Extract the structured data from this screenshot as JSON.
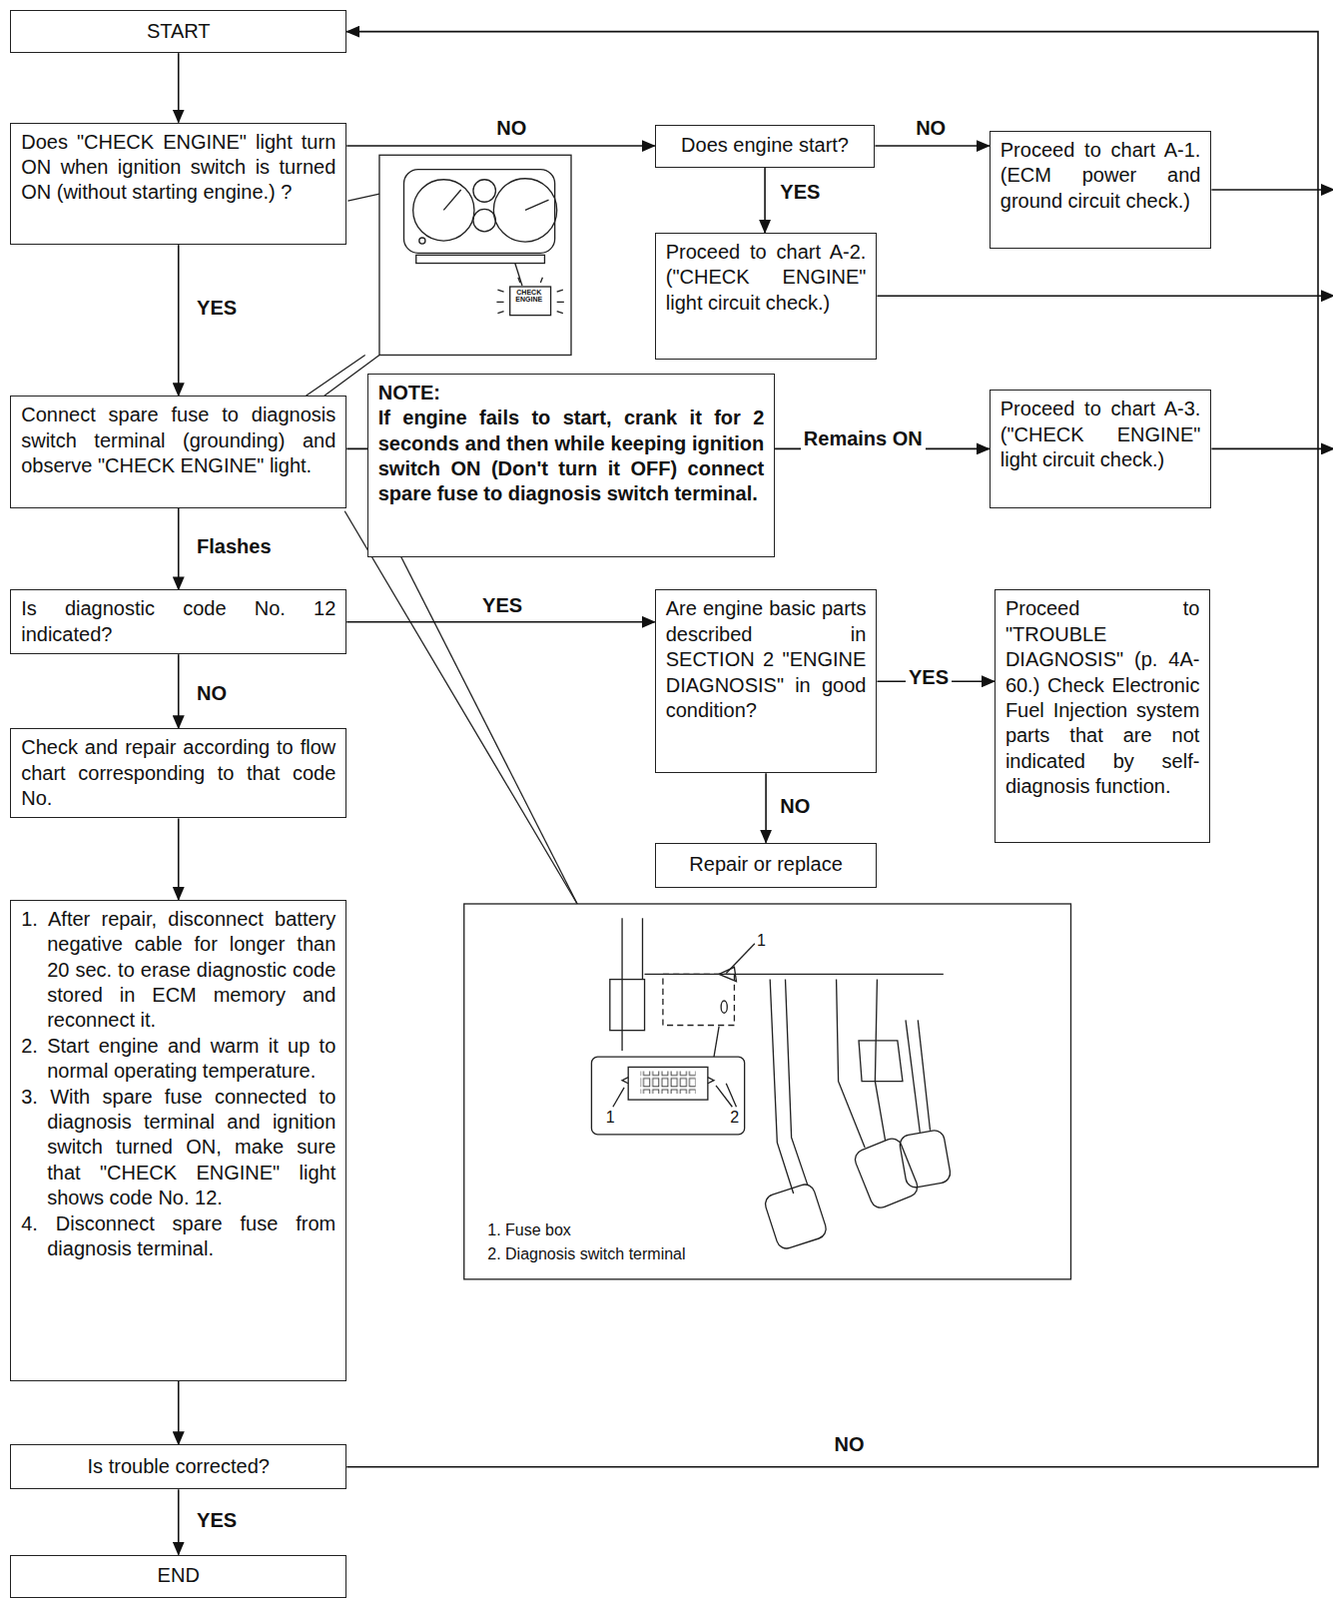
{
  "diagram": {
    "nodes": [
      {
        "text": [
          "START"
        ]
      },
      {
        "text": [
          "Does \"CHECK ENGINE\" light turn ON when ignition switch is turned ON (without starting engine.) ?"
        ]
      },
      {
        "text": [
          "Does engine start?"
        ]
      },
      {
        "text": [
          "Proceed to chart A-1. (ECM power and ground circuit check.)"
        ]
      },
      {
        "text": [
          "Proceed to chart A-2. (\"CHECK ENGINE\" light circuit check.)"
        ]
      },
      {
        "text": [
          "Connect spare fuse to diagnosis switch terminal (grounding) and observe \"CHECK ENGINE\" light."
        ]
      },
      {
        "text": [
          "NOTE:",
          "If engine fails to start, crank it for 2 seconds and then while keeping ignition switch ON (Don't turn it OFF) connect spare fuse to diagnosis switch terminal."
        ]
      },
      {
        "text": [
          "Proceed to chart A-3. (\"CHECK ENGINE\" light circuit check.)"
        ]
      },
      {
        "text": [
          "Is diagnostic code No. 12 indicated?"
        ]
      },
      {
        "text": [
          "Are engine basic parts described in SECTION 2 \"ENGINE DIAGNOSIS\" in good condition?"
        ]
      },
      {
        "text": [
          "Proceed to \"TROUBLE DIAGNOSIS\" (p. 4A-60.) Check Electronic Fuel Injection system parts that are not indicated by self-diagnosis function."
        ]
      },
      {
        "text": [
          "Repair or replace"
        ]
      },
      {
        "text": [
          "Check and repair according to flow chart corresponding to that code No."
        ]
      },
      {
        "text": [
          "1. After repair, disconnect battery negative cable for longer than 20 sec. to erase diagnostic code stored in ECM memory and reconnect it.",
          "2. Start engine and warm it up to normal operating temperature.",
          "3. With spare fuse connected to diagnosis terminal and ignition switch turned ON, make sure that \"CHECK ENGINE\" light shows code No. 12.",
          "4. Disconnect spare fuse from diagnosis terminal."
        ]
      },
      {
        "text": [
          "Is trouble corrected?"
        ]
      },
      {
        "text": [
          "END"
        ]
      }
    ],
    "edges": [
      {
        "from": 0,
        "to": 1,
        "arrow": "to"
      },
      {
        "from": 1,
        "to": 2,
        "label": "NO",
        "arrow": "to"
      },
      {
        "from": 2,
        "to": 3,
        "label": "NO",
        "arrow": "to"
      },
      {
        "from": 2,
        "to": 4,
        "label": "YES",
        "arrow": "to"
      },
      {
        "from": 1,
        "to": 5,
        "label": "YES",
        "arrow": "to"
      },
      {
        "from": 5,
        "to": 7,
        "label": "Remains ON",
        "arrow": "to"
      },
      {
        "from": 5,
        "to": 8,
        "label": "Flashes",
        "arrow": "to"
      },
      {
        "from": 8,
        "to": 9,
        "label": "YES",
        "arrow": "to"
      },
      {
        "from": 9,
        "to": 10,
        "label": "YES",
        "arrow": "to"
      },
      {
        "from": 9,
        "to": 11,
        "label": "NO",
        "arrow": "to"
      },
      {
        "from": 8,
        "to": 12,
        "label": "NO",
        "arrow": "to"
      },
      {
        "from": 12,
        "to": 13,
        "arrow": "to"
      },
      {
        "from": 13,
        "to": 14,
        "arrow": "to"
      },
      {
        "from": 14,
        "to": 15,
        "label": "YES",
        "arrow": "to"
      },
      {
        "from": 14,
        "to": 0,
        "label": "NO",
        "arrow": "to"
      }
    ],
    "labels": [
      "CHECK ENGINE",
      "1",
      "1",
      "2",
      "1. Fuse box",
      "2. Diagnosis switch terminal"
    ]
  }
}
